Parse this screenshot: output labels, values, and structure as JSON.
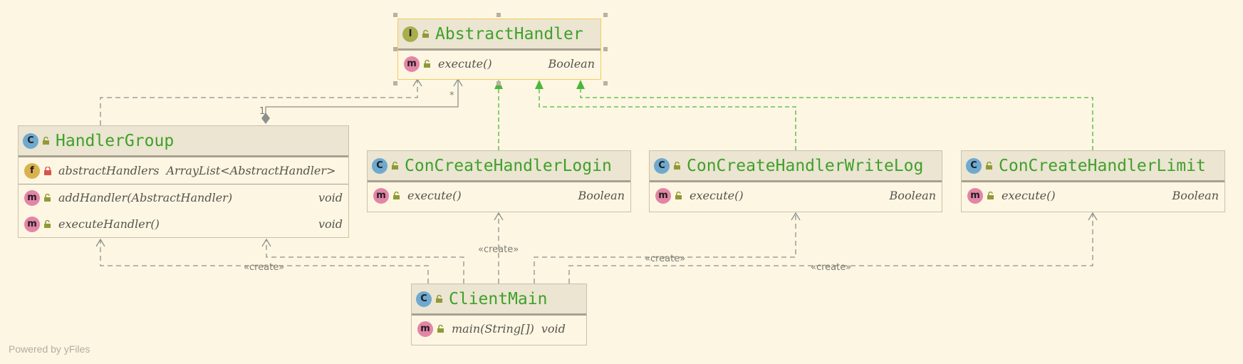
{
  "diagram": {
    "classes": {
      "abstract_handler": {
        "kind": "I",
        "name": "AbstractHandler",
        "methods": [
          {
            "kind": "m",
            "name": "execute()",
            "type": "Boolean"
          }
        ]
      },
      "handler_group": {
        "kind": "C",
        "name": "HandlerGroup",
        "fields": [
          {
            "kind": "f",
            "name": "abstractHandlers",
            "type": "ArrayList<AbstractHandler>"
          }
        ],
        "methods": [
          {
            "kind": "m",
            "name": "addHandler(AbstractHandler)",
            "type": "void"
          },
          {
            "kind": "m",
            "name": "executeHandler()",
            "type": "void"
          }
        ]
      },
      "login": {
        "kind": "C",
        "name": "ConCreateHandlerLogin",
        "methods": [
          {
            "kind": "m",
            "name": "execute()",
            "type": "Boolean"
          }
        ]
      },
      "write_log": {
        "kind": "C",
        "name": "ConCreateHandlerWriteLog",
        "methods": [
          {
            "kind": "m",
            "name": "execute()",
            "type": "Boolean"
          }
        ]
      },
      "limit": {
        "kind": "C",
        "name": "ConCreateHandlerLimit",
        "methods": [
          {
            "kind": "m",
            "name": "execute()",
            "type": "Boolean"
          }
        ]
      },
      "client_main": {
        "kind": "C",
        "name": "ClientMain",
        "methods": [
          {
            "kind": "m",
            "name": "main(String[])",
            "type": "void"
          }
        ]
      }
    },
    "edge_labels": {
      "multiplicity_one": "1",
      "multiplicity_many": "*",
      "create_login": "«create»",
      "create_handler_group": "«create»",
      "create_write_log": "«create»",
      "create_limit": "«create»"
    },
    "colors": {
      "background": "#fdf6e3",
      "class_name": "#40a02b",
      "realization": "#4cb63c",
      "dependency": "#8c918c",
      "selection": "#f2cc5c"
    }
  },
  "footer": "Powered by yFiles"
}
